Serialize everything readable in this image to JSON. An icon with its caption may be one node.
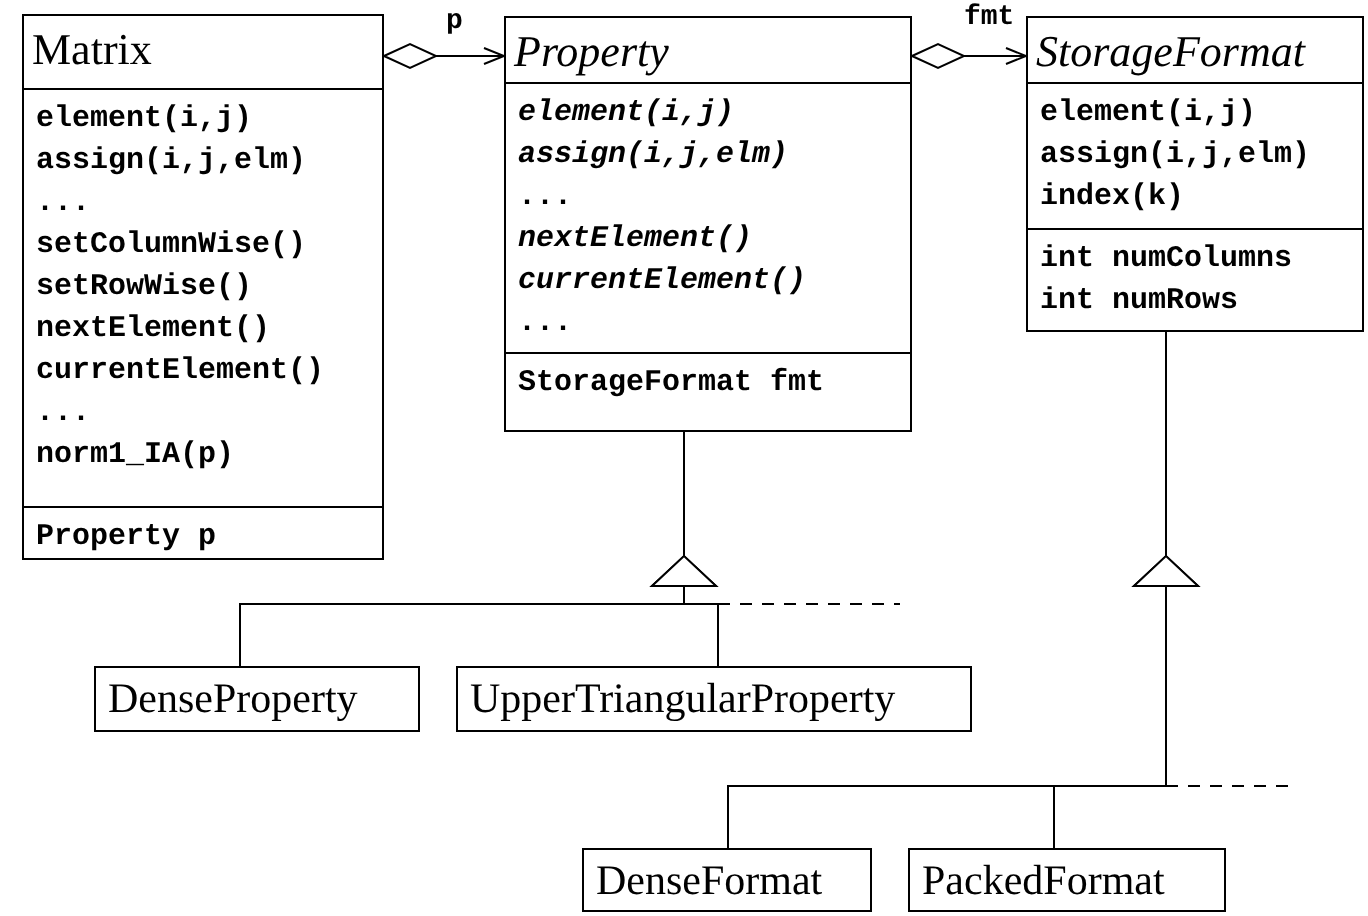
{
  "diagram": {
    "nodes": [
      {
        "text": [
          "Matrix"
        ]
      },
      {
        "text": [
          "element(i,j)",
          "assign(i,j,elm)",
          "...",
          "setColumnWise()",
          "setRowWise()",
          "nextElement()",
          "currentElement()",
          "...",
          "norm1_IA(p)"
        ],
        "in": 0
      },
      {
        "text": [
          "Property p"
        ],
        "in": 0
      },
      {
        "text": [
          "Property"
        ]
      },
      {
        "text": [
          "element(i,j)",
          "assign(i,j,elm)",
          "...",
          "nextElement()",
          "currentElement()",
          "..."
        ],
        "in": 3
      },
      {
        "text": [
          "StorageFormat fmt"
        ],
        "in": 3
      },
      {
        "text": [
          "StorageFormat"
        ]
      },
      {
        "text": [
          "element(i,j)",
          "assign(i,j,elm)",
          "index(k)"
        ],
        "in": 6
      },
      {
        "text": [
          "int numColumns",
          "int numRows"
        ],
        "in": 6
      },
      {
        "text": [
          "DenseProperty"
        ]
      },
      {
        "text": [
          "UpperTriangularProperty"
        ]
      },
      {
        "text": [
          "DenseFormat"
        ]
      },
      {
        "text": [
          "PackedFormat"
        ]
      }
    ],
    "edges": [
      {
        "from": 0,
        "to": 3,
        "arrow": "to",
        "label": "p"
      },
      {
        "from": 3,
        "to": 6,
        "arrow": "to",
        "label": "fmt"
      },
      {
        "from": 9,
        "to": 3,
        "arrow": "to"
      },
      {
        "from": 10,
        "to": 3,
        "arrow": "to"
      },
      {
        "from": 11,
        "to": 6,
        "arrow": "to"
      },
      {
        "from": 12,
        "to": 6,
        "arrow": "to"
      }
    ]
  }
}
